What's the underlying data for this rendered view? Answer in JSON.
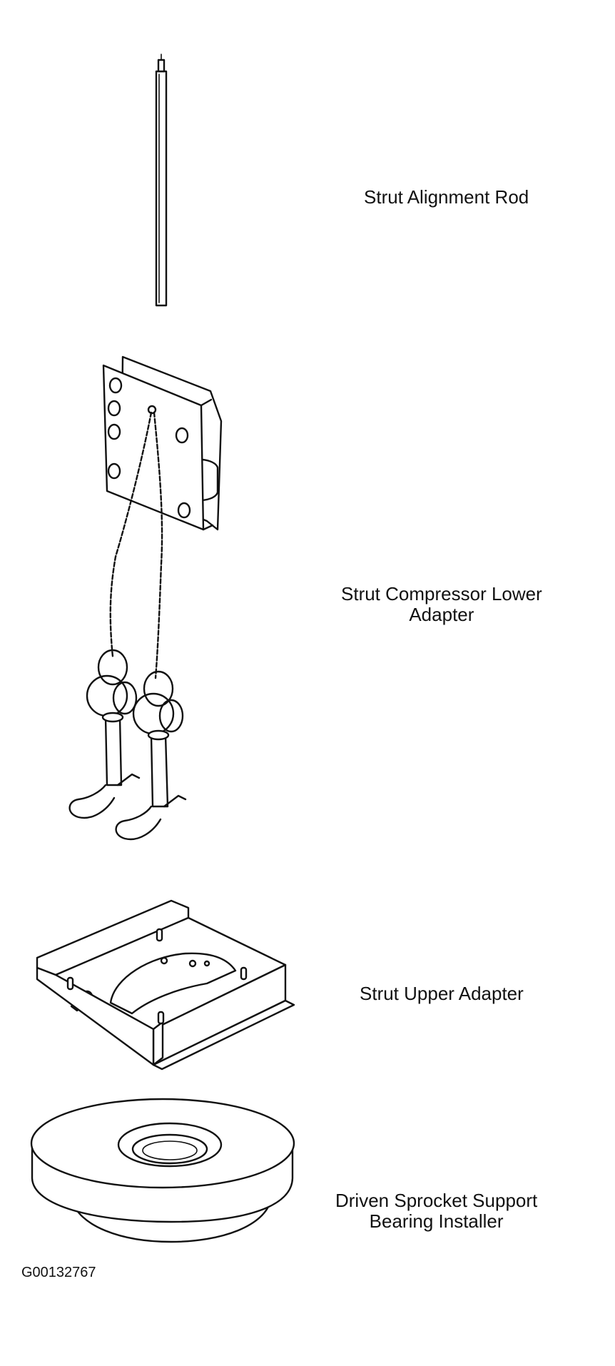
{
  "tools": [
    {
      "id": "strut-alignment-rod",
      "label_lines": [
        "Strut Alignment Rod"
      ]
    },
    {
      "id": "strut-compressor-lower-adapter",
      "label_lines": [
        "Strut Compressor Lower",
        "Adapter"
      ]
    },
    {
      "id": "strut-upper-adapter",
      "label_lines": [
        "Strut Upper Adapter"
      ]
    },
    {
      "id": "driven-sprocket-support-bearing-installer",
      "label_lines": [
        "Driven Sprocket Support",
        "Bearing Installer"
      ]
    }
  ],
  "figure_id": "G00132767"
}
